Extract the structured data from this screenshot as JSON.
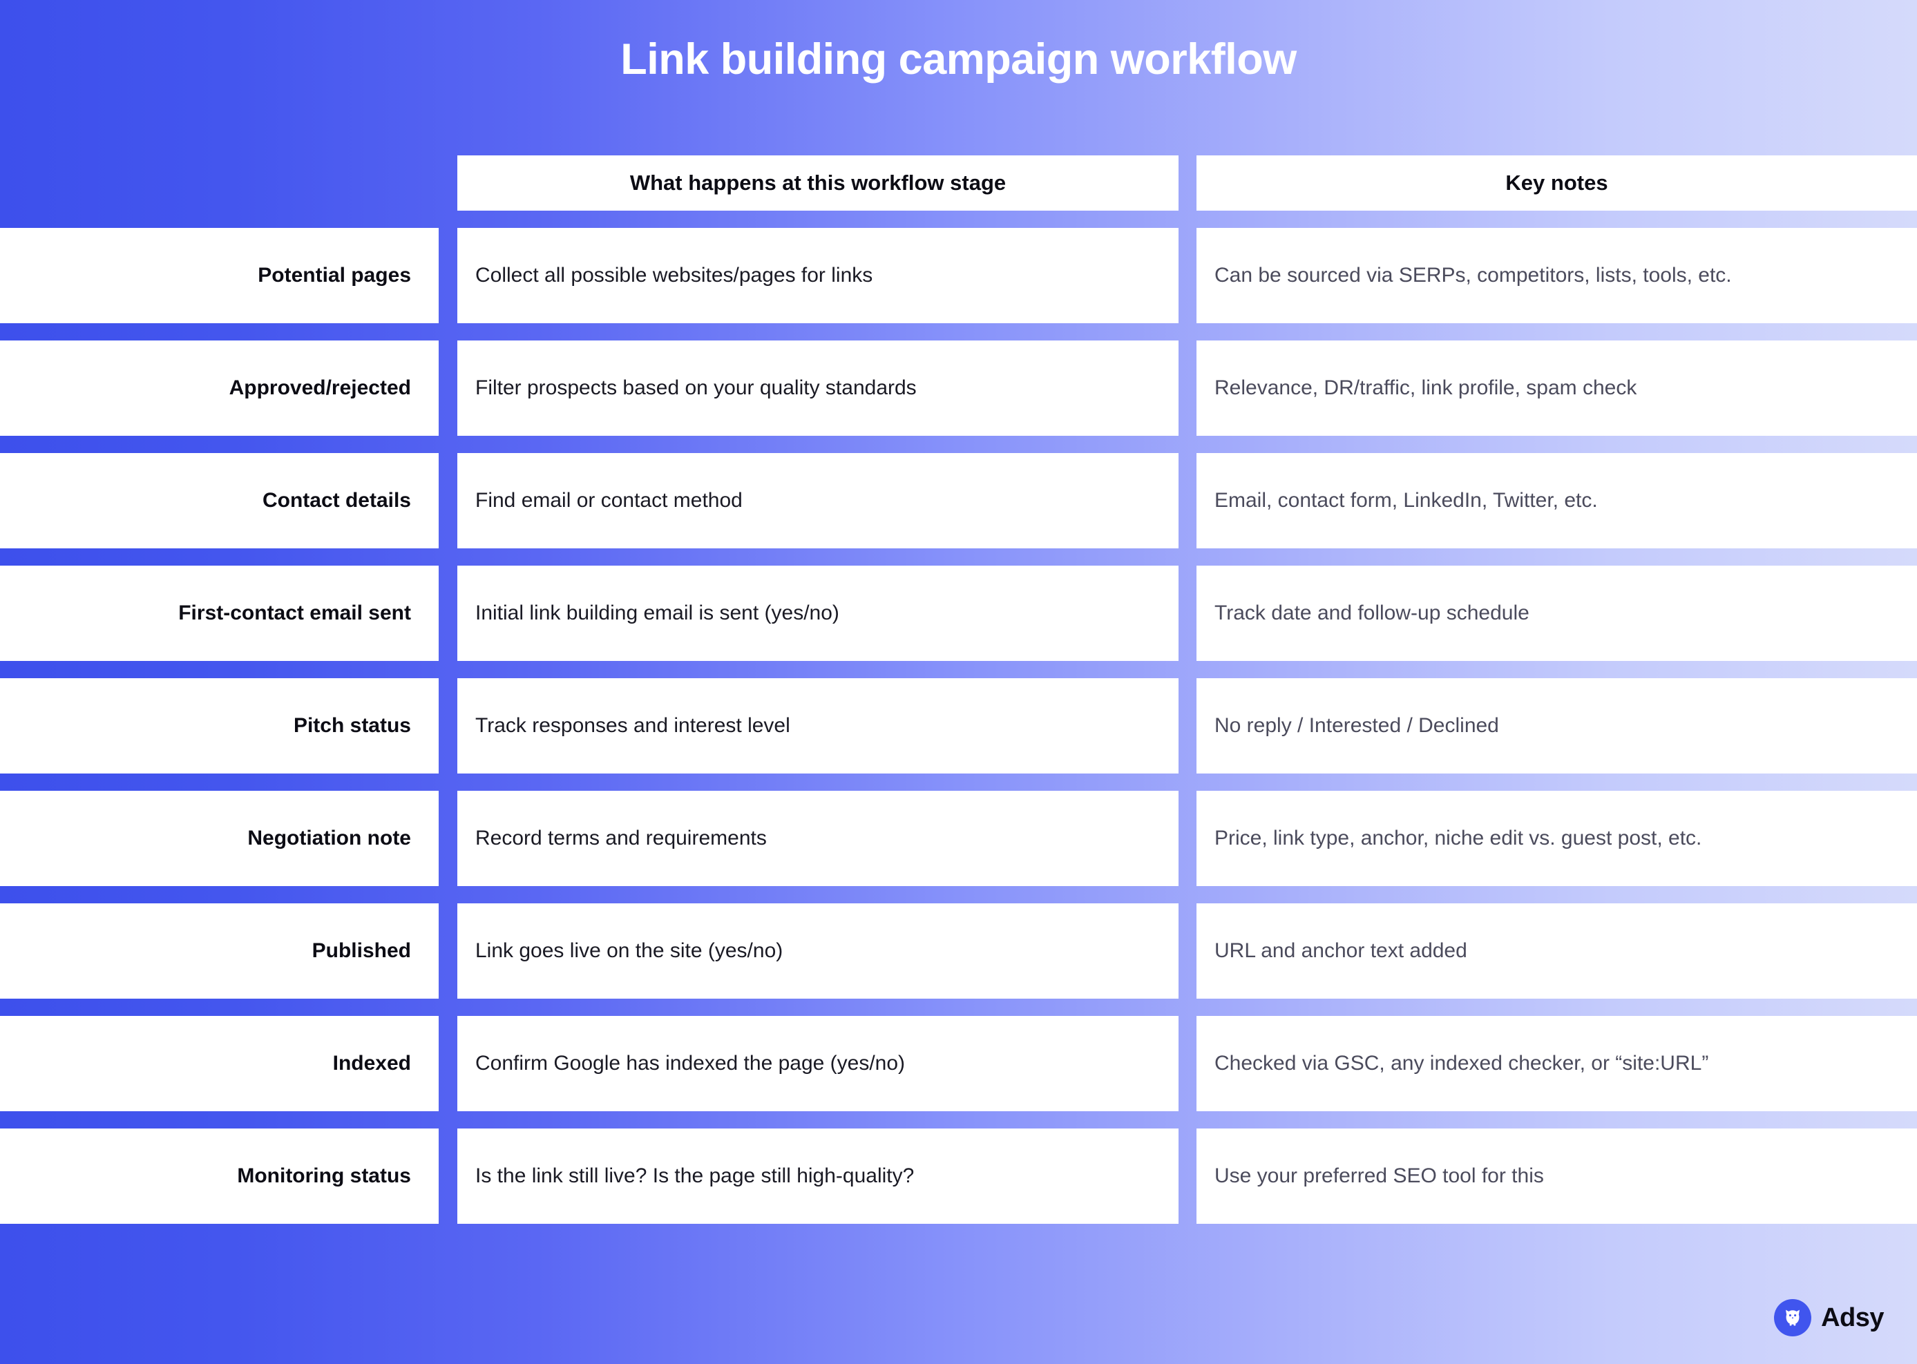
{
  "page": {
    "title": "Link building campaign workflow",
    "background_gradient_from": "#3D50EC",
    "background_gradient_to": "#D5DAFB"
  },
  "table": {
    "headers": {
      "stage_column": "",
      "what_happens": "What happens at this workflow stage",
      "key_notes": "Key notes"
    },
    "rows": [
      {
        "stage": "Potential pages",
        "what_happens": "Collect all possible websites/pages for links",
        "key_notes": "Can be sourced via SERPs, competitors, lists, tools, etc."
      },
      {
        "stage": "Approved/rejected",
        "what_happens": "Filter prospects based on your quality standards",
        "key_notes": "Relevance, DR/traffic, link profile, spam check"
      },
      {
        "stage": "Contact details",
        "what_happens": "Find email or contact method",
        "key_notes": "Email, contact form, LinkedIn, Twitter, etc."
      },
      {
        "stage": "First-contact email sent",
        "what_happens": "Initial link building email is sent (yes/no)",
        "key_notes": "Track date and follow-up schedule"
      },
      {
        "stage": "Pitch status",
        "what_happens": "Track responses and interest level",
        "key_notes": "No reply / Interested / Declined"
      },
      {
        "stage": "Negotiation note",
        "what_happens": "Record terms and requirements",
        "key_notes": "Price, link type, anchor, niche edit vs. guest post, etc."
      },
      {
        "stage": "Published",
        "what_happens": "Link goes live on the site (yes/no)",
        "key_notes": "URL and anchor text added"
      },
      {
        "stage": "Indexed",
        "what_happens": "Confirm Google has indexed the page (yes/no)",
        "key_notes": "Checked via GSC, any indexed checker, or “site:URL”"
      },
      {
        "stage": "Monitoring status",
        "what_happens": "Is the link still live? Is the page still high-quality?",
        "key_notes": "Use your preferred SEO tool for this"
      }
    ]
  },
  "logo": {
    "icon": "owl-icon",
    "text": "Adsy",
    "mark_color": "#4055EE"
  }
}
